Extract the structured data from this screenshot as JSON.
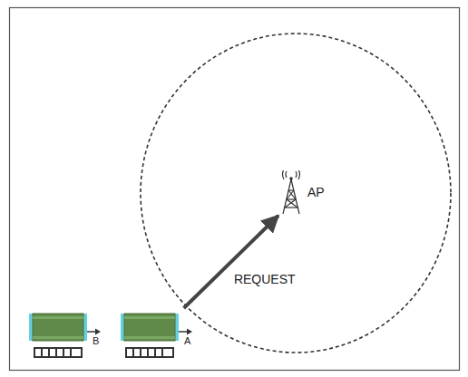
{
  "diagram": {
    "nodes": [
      {
        "text": [
          "AP"
        ]
      },
      {
        "text": [
          "B"
        ]
      },
      {
        "text": [
          "A"
        ]
      }
    ],
    "edges": [
      {
        "from": 2,
        "to": 0,
        "arrow": "to",
        "label": "REQUEST"
      }
    ]
  }
}
